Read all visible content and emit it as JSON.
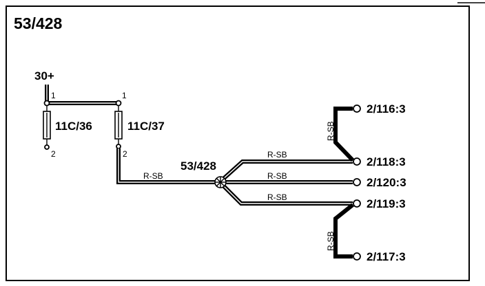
{
  "title": "53/428",
  "supply_label": "30+",
  "fuses": [
    {
      "name": "11C/36",
      "pin_top": "1",
      "pin_bottom": "2"
    },
    {
      "name": "11C/37",
      "pin_top": "1",
      "pin_bottom": "2"
    }
  ],
  "splice_label": "53/428",
  "wire_color_code": "R-SB",
  "terminals": [
    "2/116:3",
    "2/118:3",
    "2/120:3",
    "2/119:3",
    "2/117:3"
  ]
}
